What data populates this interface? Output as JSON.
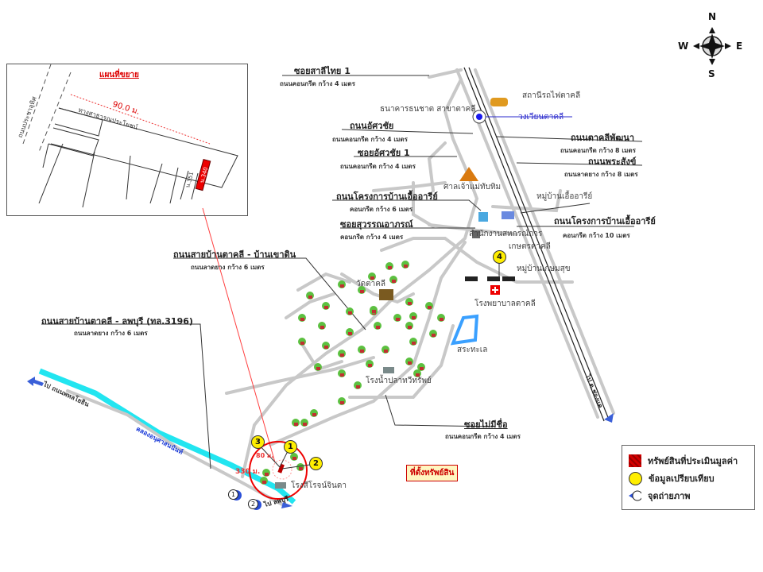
{
  "compass": {
    "n": "N",
    "s": "S",
    "e": "E",
    "w": "W"
  },
  "inset": {
    "title": "แผนที่ขยาย",
    "distance": "90.0 ม.",
    "road_left": "ถนนประชาอุทิศ",
    "path": "ทางสาธารณประโยชน์",
    "parcel_neighbor": "น.351",
    "parcel_subject": "น.340"
  },
  "road_labels": [
    {
      "name": "ซอยสาลีไทย 1",
      "desc": "ถนนคอนกรีต กว้าง 4 เมตร"
    },
    {
      "name": "ถนนอัศวชัย",
      "desc": "ถนนคอนกรีต กว้าง 4 เมตร"
    },
    {
      "name": "ซอยอัศวชัย 1",
      "desc": "ถนนคอนกรีต กว้าง 4 เมตร"
    },
    {
      "name": "ถนนโครงการบ้านเอื้ออารีย์",
      "desc": "คอนกรีต กว้าง 6 เมตร"
    },
    {
      "name": "ซอยสุวรรณอาภรณ์",
      "desc": "คอนกรีต กว้าง 4 เมตร"
    },
    {
      "name": "ถนนสายบ้านตาคลี - บ้านเขาดิน",
      "desc": "ถนนลาดยาง กว้าง 6 เมตร"
    },
    {
      "name": "ถนนสายบ้านตาคลี - ลพบุรี (ทล.3196)",
      "desc": "ถนนลาดยาง กว้าง 6 เมตร"
    },
    {
      "name": "ซอยไม่มีชื่อ",
      "desc": "ถนนคอนกรีต กว้าง 4 เมตร"
    },
    {
      "name": "ถนนตาคลีพัฒนา",
      "desc": "ถนนคอนกรีต กว้าง 8 เมตร"
    },
    {
      "name": "ถนนพระสังข์",
      "desc": "ถนนลาดยาง กว้าง 8 เมตร"
    },
    {
      "name": "ถนนโครงการบ้านเอื้ออารีย์",
      "desc": "คอนกรีต กว้าง 10 เมตร"
    }
  ],
  "places": {
    "station": "สถานีรถไฟตาคลี",
    "bank": "ธนาคารธนชาต สาขาตาคลี",
    "roundabout": "วงเวียนตาคลี",
    "shrine": "ศาลเจ้าแม่ทับทิม",
    "village_ua": "หมู่บ้านเอื้ออารีย์",
    "coop": "สำนักงานสหกรณ์การ",
    "agri": "เกษตรตาคลี",
    "village_sk": "หมู่บ้านเกษมสุข",
    "temple": "วัดตาคลี",
    "hospital": "โรงพยาบาลตาคลี",
    "pond": "สระทะเล",
    "fish_sauce": "โรงน้ำปลาทวีทรัพย์",
    "rice_mill": "โรงสีโรจน์จินดา",
    "to_phahon": "ไป ถนนพหลโยธิน",
    "canal": "คลองอนุศาสนนันท์",
    "to_lopburi": "ไป ลพบุรี",
    "to_chongkhae": "ไป ต.ช่องแค",
    "dist_330": "330 ม.",
    "dist_80": "80 ม."
  },
  "site_label": "ที่ตั้งทรัพย์สิน",
  "markers": {
    "comparables": [
      "1",
      "2",
      "3",
      "4"
    ],
    "photo_points": [
      "1",
      "2"
    ]
  },
  "legend": {
    "items": [
      {
        "label": "ทรัพย์สินที่ประเมินมูลค่า",
        "icon": "red-hatched-square",
        "color": "#d40000"
      },
      {
        "label": "ข้อมูลเปรียบเทียบ",
        "icon": "yellow-circle",
        "color": "#ffee00"
      },
      {
        "label": "จุดถ่ายภาพ",
        "icon": "camera-point-arrow",
        "color": "#2a4fd8"
      }
    ]
  },
  "colors": {
    "road": "#c8c8c8",
    "canal": "#22e5f0",
    "subject": "#d40000",
    "comparable": "#ffee00",
    "callout": "#e00000"
  }
}
